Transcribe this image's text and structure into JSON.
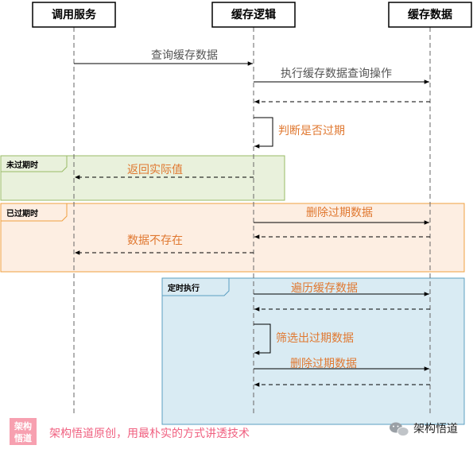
{
  "participants": [
    {
      "id": "caller",
      "label": "调用服务"
    },
    {
      "id": "cache_logic",
      "label": "缓存逻辑"
    },
    {
      "id": "cache_data",
      "label": "缓存数据"
    }
  ],
  "fragments": [
    {
      "id": "not_expired",
      "label": "未过期时",
      "fill": "#e9f1dc",
      "stroke": "#99bb66"
    },
    {
      "id": "expired",
      "label": "已过期时",
      "fill": "#fdeee2",
      "stroke": "#f0a040"
    },
    {
      "id": "scheduled",
      "label": "定时执行",
      "fill": "#d9ebf3",
      "stroke": "#5a9fc0"
    }
  ],
  "messages": [
    {
      "id": "m1",
      "label": "查询缓存数据",
      "from": "caller",
      "to": "cache_logic",
      "style": "solid",
      "color": "#555555"
    },
    {
      "id": "m2",
      "label": "执行缓存数据查询操作",
      "from": "cache_logic",
      "to": "cache_data",
      "style": "solid",
      "color": "#555555"
    },
    {
      "id": "m3",
      "label": "",
      "from": "cache_data",
      "to": "cache_logic",
      "style": "dashed",
      "color": "#555555"
    },
    {
      "id": "m4",
      "label": "判断是否过期",
      "from": "cache_logic",
      "to": "cache_logic",
      "style": "self",
      "color": "#e07830"
    },
    {
      "id": "m5",
      "label": "返回实际值",
      "from": "cache_logic",
      "to": "caller",
      "style": "dashed",
      "color": "#e07830"
    },
    {
      "id": "m6",
      "label": "删除过期数据",
      "from": "cache_logic",
      "to": "cache_data",
      "style": "solid",
      "color": "#e07830"
    },
    {
      "id": "m7",
      "label": "",
      "from": "cache_data",
      "to": "cache_logic",
      "style": "dashed",
      "color": "#555555"
    },
    {
      "id": "m8",
      "label": "数据不存在",
      "from": "cache_logic",
      "to": "caller",
      "style": "dashed",
      "color": "#e07830"
    },
    {
      "id": "m9",
      "label": "遍历缓存数据",
      "from": "cache_logic",
      "to": "cache_data",
      "style": "solid",
      "color": "#e07830"
    },
    {
      "id": "m10",
      "label": "",
      "from": "cache_data",
      "to": "cache_logic",
      "style": "dashed",
      "color": "#555555"
    },
    {
      "id": "m11",
      "label": "筛选出过期数据",
      "from": "cache_logic",
      "to": "cache_logic",
      "style": "self",
      "color": "#e07830"
    },
    {
      "id": "m12",
      "label": "删除过期数据",
      "from": "cache_logic",
      "to": "cache_data",
      "style": "solid",
      "color": "#e07830"
    },
    {
      "id": "m13",
      "label": "",
      "from": "cache_data",
      "to": "cache_logic",
      "style": "dashed",
      "color": "#555555"
    }
  ],
  "watermark": {
    "badge": [
      "架构",
      "悟道"
    ],
    "text": "架构悟道原创，用最朴实的方式讲透技术",
    "wechat_label": "架构悟道",
    "wechat_icon": "wechat-icon",
    "color": "#f06080"
  }
}
